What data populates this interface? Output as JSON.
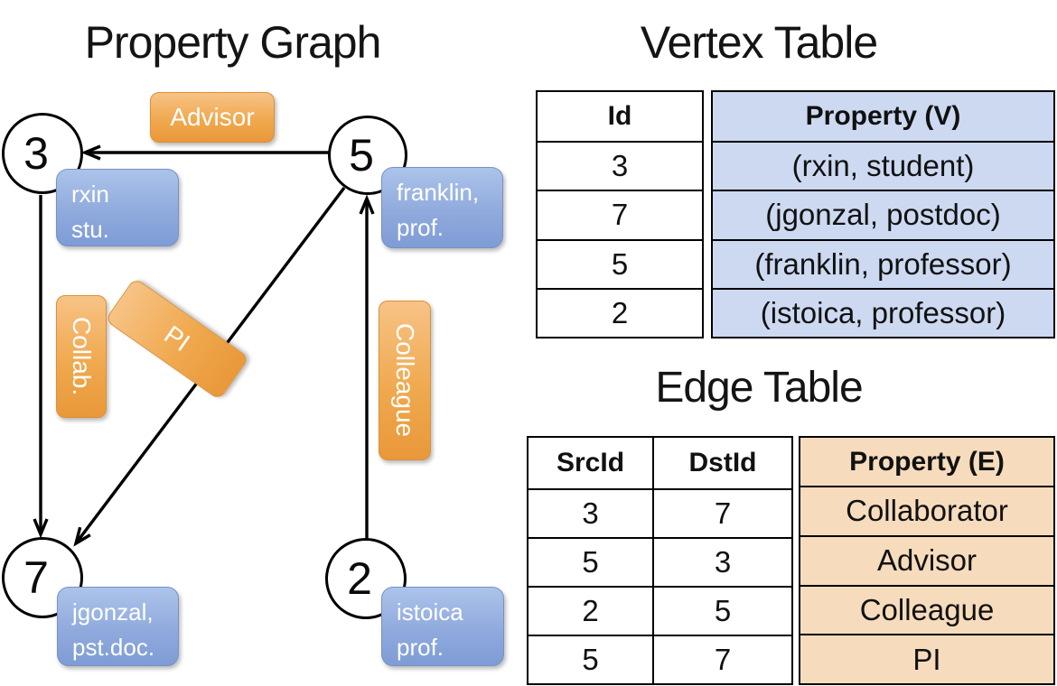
{
  "slide": {
    "graph_title": "Property Graph",
    "vertex_table_title": "Vertex Table",
    "edge_table_title": "Edge Table"
  },
  "graph": {
    "nodes": [
      {
        "id": "3",
        "property": [
          "rxin",
          "stu."
        ]
      },
      {
        "id": "5",
        "property": [
          "franklin,",
          "prof."
        ]
      },
      {
        "id": "7",
        "property": [
          "jgonzal,",
          "pst.doc."
        ]
      },
      {
        "id": "2",
        "property": [
          "istoica",
          "prof."
        ]
      }
    ],
    "edge_labels": {
      "advisor": "Advisor",
      "collab": "Collab.",
      "pi": "PI",
      "colleague": "Colleague"
    }
  },
  "vertex_table": {
    "headers": {
      "id": "Id",
      "property": "Property (V)"
    },
    "rows": [
      {
        "id": "3",
        "property": "(rxin, student)"
      },
      {
        "id": "7",
        "property": "(jgonzal, postdoc)"
      },
      {
        "id": "5",
        "property": "(franklin, professor)"
      },
      {
        "id": "2",
        "property": "(istoica, professor)"
      }
    ]
  },
  "edge_table": {
    "headers": {
      "src": "SrcId",
      "dst": "DstId",
      "property": "Property (E)"
    },
    "rows": [
      {
        "src": "3",
        "dst": "7",
        "property": "Collaborator"
      },
      {
        "src": "5",
        "dst": "3",
        "property": "Advisor"
      },
      {
        "src": "2",
        "dst": "5",
        "property": "Colleague"
      },
      {
        "src": "5",
        "dst": "7",
        "property": "PI"
      }
    ]
  },
  "colors": {
    "edge_label_orange": "#EFA94F",
    "vertex_property_blue": "#8FAADC",
    "vertex_table_cell": "#CCD9F1",
    "edge_table_cell": "#F6DCBD",
    "line_black": "#000000"
  }
}
